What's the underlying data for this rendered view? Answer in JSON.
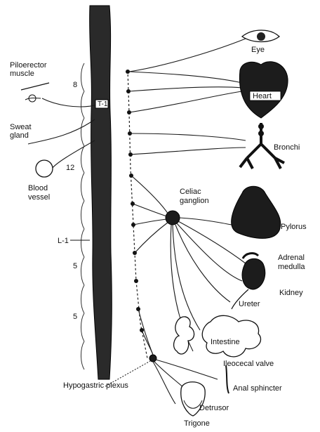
{
  "labels": {
    "piloerector": "Piloerector",
    "muscle": "muscle",
    "sweat": "Sweat",
    "gland": "gland",
    "blood": "Blood",
    "vessel": "vessel",
    "eye": "Eye",
    "heart": "Heart",
    "bronchi": "Bronchi",
    "celiac": "Celiac",
    "ganglion": "ganglion",
    "pylorus": "Pylorus",
    "adrenal": "Adrenal",
    "medulla": "medulla",
    "kidney": "Kidney",
    "ureter": "Ureter",
    "intestine": "Intestine",
    "ileocecal": "Ileocecal valve",
    "anal": "Anal sphincter",
    "hypogastric": "Hypogastric plexus",
    "detrusor": "Detrusor",
    "trigone": "Trigone"
  },
  "spine_markers": {
    "t1": "T-1",
    "c8": "8",
    "t12": "12",
    "l1": "L-1",
    "l5": "5",
    "s5": "5"
  }
}
